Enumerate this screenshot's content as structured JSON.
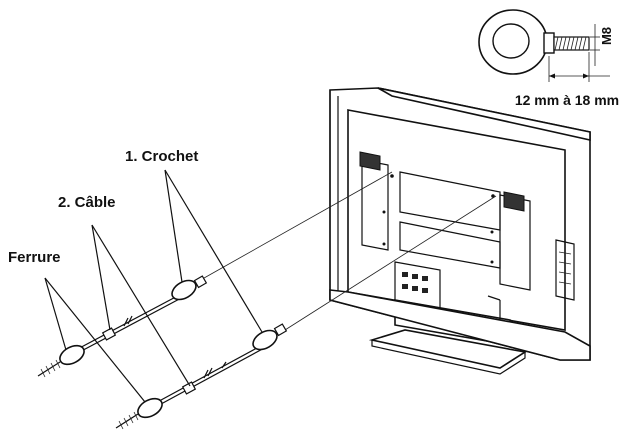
{
  "labels": {
    "crochet": "1. Crochet",
    "cable": "2. Câble",
    "ferrure": "Ferrure"
  },
  "detail": {
    "thread": "M8",
    "length": "12 mm à 18 mm"
  },
  "colors": {
    "ink": "#111111",
    "background": "#ffffff"
  }
}
